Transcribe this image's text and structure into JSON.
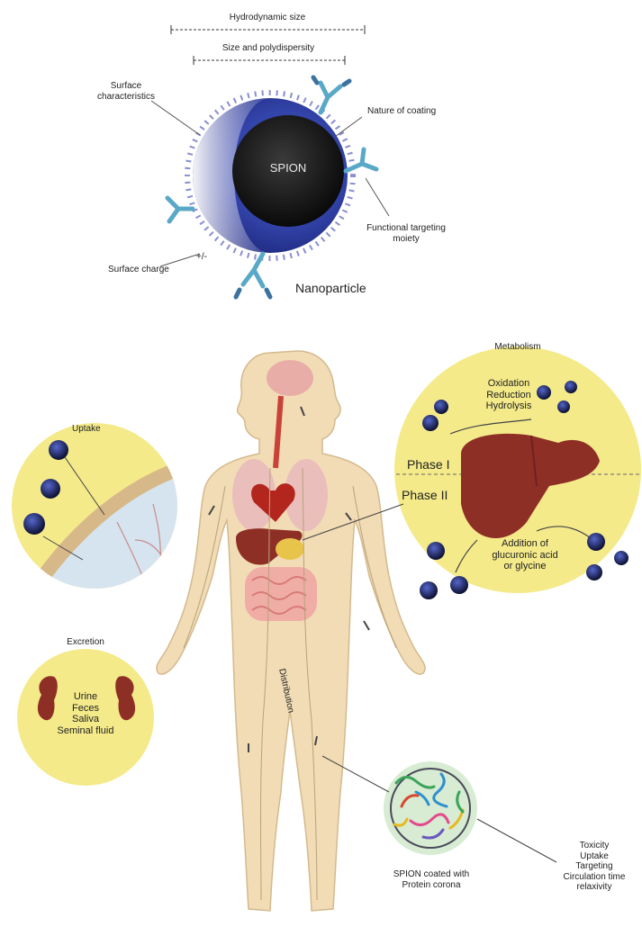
{
  "nanoparticle": {
    "core_label": "SPION",
    "caption": "Nanoparticle",
    "hydrodynamic_size": "Hydrodynamic size",
    "size_polydispersity": "Size and polydispersity",
    "surface_characteristics": "Surface\ncharacteristics",
    "nature_of_coating": "Nature of coating",
    "functional_targeting": "Functional targeting\nmoiety",
    "surface_charge": "Surface charge",
    "charge_symbol": "+/-"
  },
  "metabolism": {
    "title": "Metabolism",
    "reactions": "Oxidation\nReduction\nHydrolysis",
    "phase1": "Phase I",
    "phase2": "Phase II",
    "addition": "Addition of\nglucuronic acid\nor glycine"
  },
  "uptake": {
    "title": "Uptake"
  },
  "excretion": {
    "title": "Excretion",
    "routes": "Urine\nFeces\nSaliva\nSeminal fluid"
  },
  "distribution": {
    "label": "Distribution"
  },
  "corona": {
    "caption": "SPION coated with\nProtein corona",
    "effects": "Toxicity\nUptake\nTargeting\nCirculation time\nrelaxivity"
  },
  "colors": {
    "shell": "#2f3f9e",
    "core": "#161616",
    "circle_fill": "#f4ea8a",
    "liver": "#8e2f26",
    "body_skin": "#f1dcb5",
    "antibody": "#5aa8c8"
  }
}
